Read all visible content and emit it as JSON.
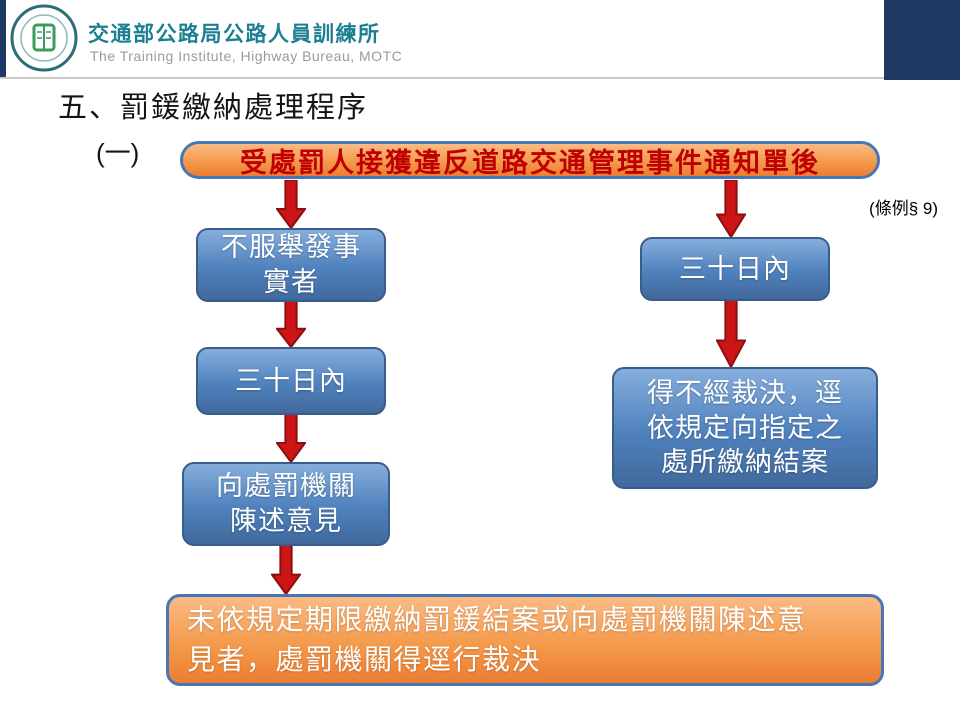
{
  "header": {
    "org_title": "交通部公路局公路人員訓練所",
    "org_subtitle": "The Training Institute, Highway Bureau, MOTC"
  },
  "slide": {
    "title": "五、罰鍰繳納處理程序",
    "section_label": "(一)",
    "law_reference": "(條例§ 9)"
  },
  "flowchart": {
    "start": "受處罰人接獲違反道路交通管理事件通知單後",
    "left": {
      "step1": "不服舉發事\n實者",
      "step2": "三十日內",
      "step3": "向處罰機關\n陳述意見"
    },
    "right": {
      "step1": "三十日內",
      "step2": "得不經裁決，逕\n依規定向指定之\n處所繳納結案"
    },
    "end": "未依規定期限繳納罰鍰結案或向處罰機關陳述意\n見者，處罰機關得逕行裁決"
  },
  "colors": {
    "navy_accent": "#1F3864",
    "teal_title": "#1B7F93",
    "subtitle_gray": "#9A9A9A",
    "orange_box_top": "#FBBB84",
    "orange_box_bottom": "#ED7D31",
    "orange_border_blue": "#4876B5",
    "blue_box_fill": "#4F81BD",
    "blue_box_border": "#385D8A",
    "arrow_red": "#CD1417",
    "start_text_red": "#C00000"
  }
}
